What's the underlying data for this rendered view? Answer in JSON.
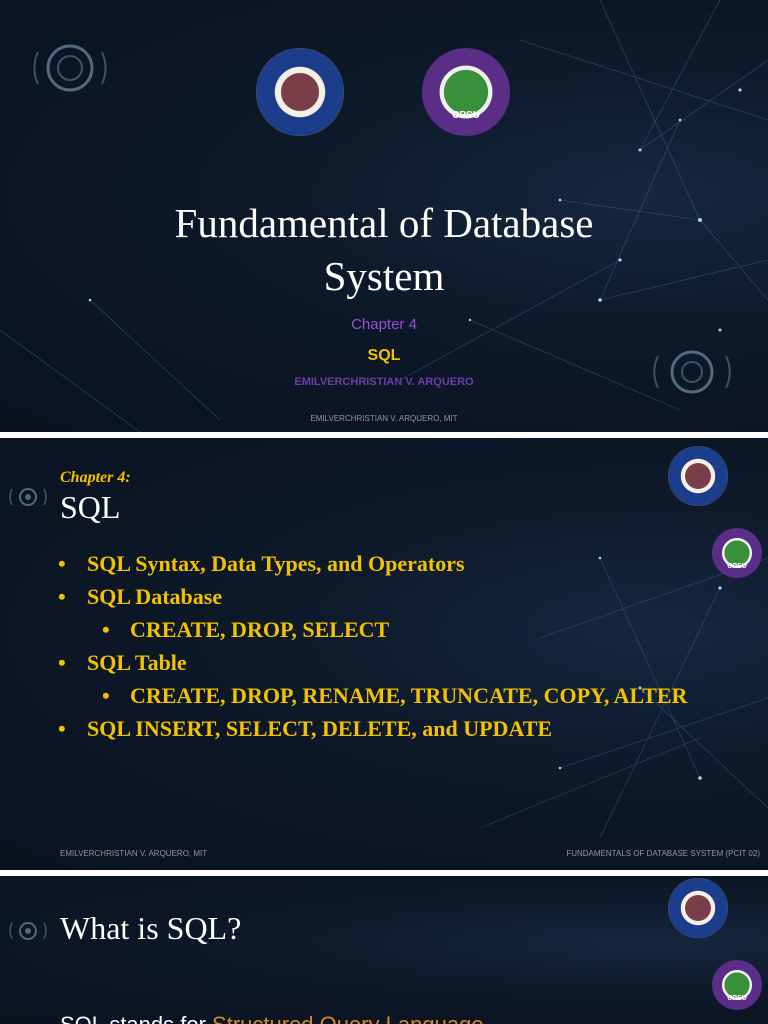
{
  "slides": [
    {
      "logos": [
        "college-of-computer-studies-seal",
        "cpsu-seal"
      ],
      "title_line1": "Fundamental of Database",
      "title_line2": "System",
      "chapter": "Chapter 4",
      "topic": "SQL",
      "author": "EMILVERCHRISTIAN V. ARQUERO",
      "footer": "EMILVERCHRISTIAN V. ARQUERO, MIT"
    },
    {
      "label": "Chapter 4:",
      "title": "SQL",
      "bullets": [
        "SQL Syntax, Data Types, and Operators",
        "SQL Database",
        "CREATE, DROP, SELECT",
        "SQL Table",
        "CREATE, DROP, RENAME, TRUNCATE, COPY, ALTER",
        "SQL INSERT, SELECT, DELETE, and UPDATE"
      ],
      "footer_left": "EMILVERCHRISTIAN V. ARQUERO, MIT",
      "footer_right": "FUNDAMENTALS OF DATABASE SYSTEM (PCIT 02)"
    },
    {
      "title": "What is SQL?",
      "body_start": "SQL stands for ",
      "body_highlight": "Structured Query Language"
    }
  ],
  "colors": {
    "background": "#0d1828",
    "accent_yellow": "#f2c200",
    "accent_purple": "#9b4fd6",
    "text_white": "#ffffff",
    "footer_gray": "#8f97a3"
  }
}
